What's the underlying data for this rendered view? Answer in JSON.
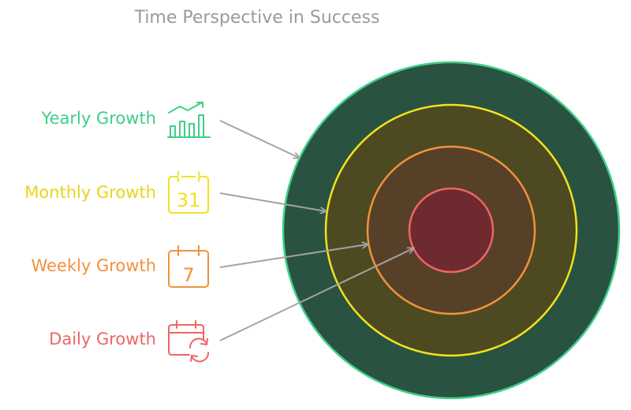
{
  "title": "Time Perspective in Success",
  "items": [
    {
      "label": "Yearly Growth",
      "color": "#3ecf86",
      "ring_fill": "#2a5240",
      "icon": "chart-trend-icon"
    },
    {
      "label": "Monthly Growth",
      "color": "#f2e21e",
      "ring_fill": "#4d4a22",
      "icon": "calendar-31-icon",
      "icon_text": "31"
    },
    {
      "label": "Weekly Growth",
      "color": "#f0923a",
      "ring_fill": "#574028",
      "icon": "calendar-7-icon",
      "icon_text": "7"
    },
    {
      "label": "Daily Growth",
      "color": "#ef6565",
      "ring_fill": "#6e2a2e",
      "icon": "calendar-refresh-icon"
    }
  ],
  "arrow_color": "#a3a3a3"
}
